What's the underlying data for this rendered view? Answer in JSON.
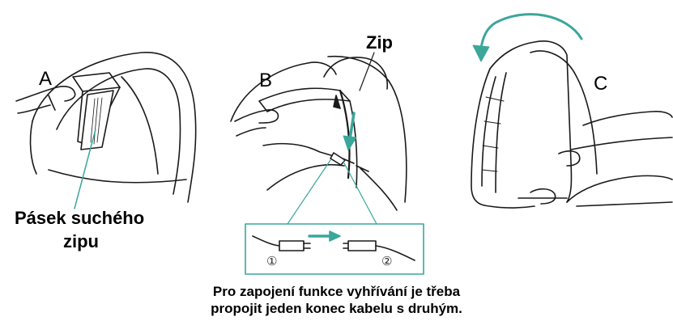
{
  "panels": {
    "a": {
      "letter": "A",
      "callout_line1": "Pásek suchého",
      "callout_line2": "zipu"
    },
    "b": {
      "letter": "B",
      "zip_label": "Zip",
      "connector_start": "①",
      "connector_end": "②"
    },
    "c": {
      "letter": "C"
    }
  },
  "caption": {
    "line1": "Pro zapojení funkce vyhřívání je třeba",
    "line2": "propojit jeden konec kabelu s druhým."
  },
  "colors": {
    "line": "#1a1a1a",
    "accent": "#3aa79a",
    "fill": "#ffffff"
  }
}
